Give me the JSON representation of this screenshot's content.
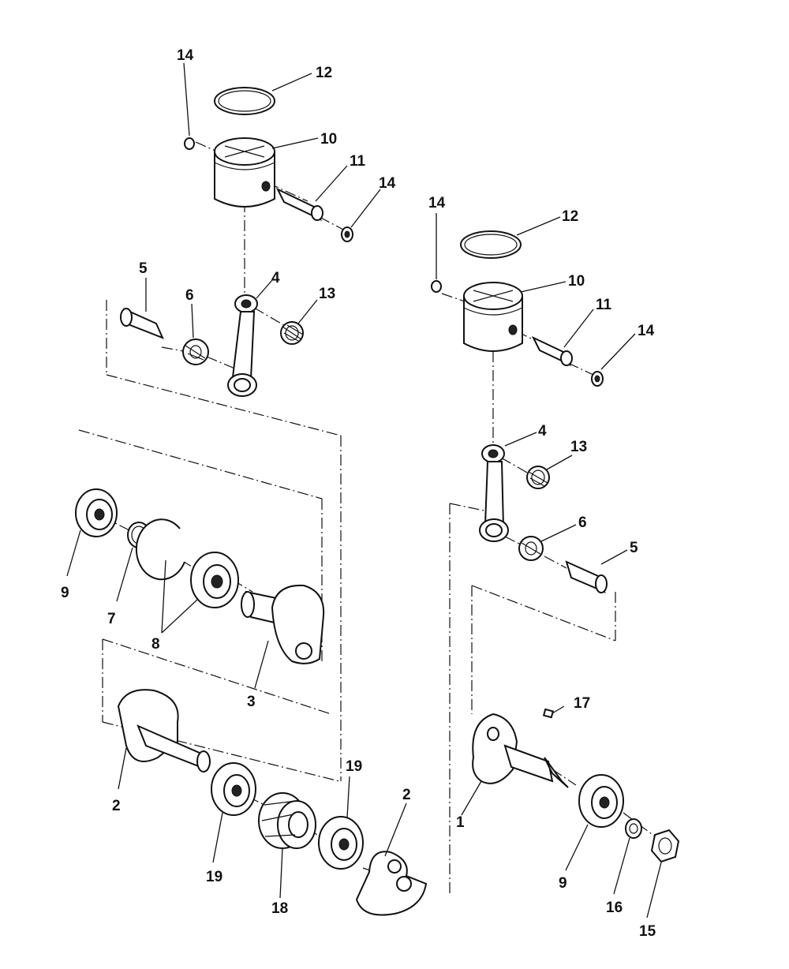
{
  "diagram": {
    "callouts": [
      {
        "id": "c14a",
        "label": "14"
      },
      {
        "id": "c12a",
        "label": "12"
      },
      {
        "id": "c10a",
        "label": "10"
      },
      {
        "id": "c11a",
        "label": "11"
      },
      {
        "id": "c14b",
        "label": "14"
      },
      {
        "id": "c5a",
        "label": "5"
      },
      {
        "id": "c6a",
        "label": "6"
      },
      {
        "id": "c4a",
        "label": "4"
      },
      {
        "id": "c13a",
        "label": "13"
      },
      {
        "id": "c14c",
        "label": "14"
      },
      {
        "id": "c12b",
        "label": "12"
      },
      {
        "id": "c10b",
        "label": "10"
      },
      {
        "id": "c11b",
        "label": "11"
      },
      {
        "id": "c14d",
        "label": "14"
      },
      {
        "id": "c4b",
        "label": "4"
      },
      {
        "id": "c13b",
        "label": "13"
      },
      {
        "id": "c6b",
        "label": "6"
      },
      {
        "id": "c5b",
        "label": "5"
      },
      {
        "id": "c9a",
        "label": "9"
      },
      {
        "id": "c7",
        "label": "7"
      },
      {
        "id": "c8",
        "label": "8"
      },
      {
        "id": "c3",
        "label": "3"
      },
      {
        "id": "c17",
        "label": "17"
      },
      {
        "id": "c2a",
        "label": "2"
      },
      {
        "id": "c19a",
        "label": "19"
      },
      {
        "id": "c19b",
        "label": "19"
      },
      {
        "id": "c2b",
        "label": "2"
      },
      {
        "id": "c1",
        "label": "1"
      },
      {
        "id": "c18",
        "label": "18"
      },
      {
        "id": "c9b",
        "label": "9"
      },
      {
        "id": "c16",
        "label": "16"
      },
      {
        "id": "c15",
        "label": "15"
      }
    ]
  }
}
